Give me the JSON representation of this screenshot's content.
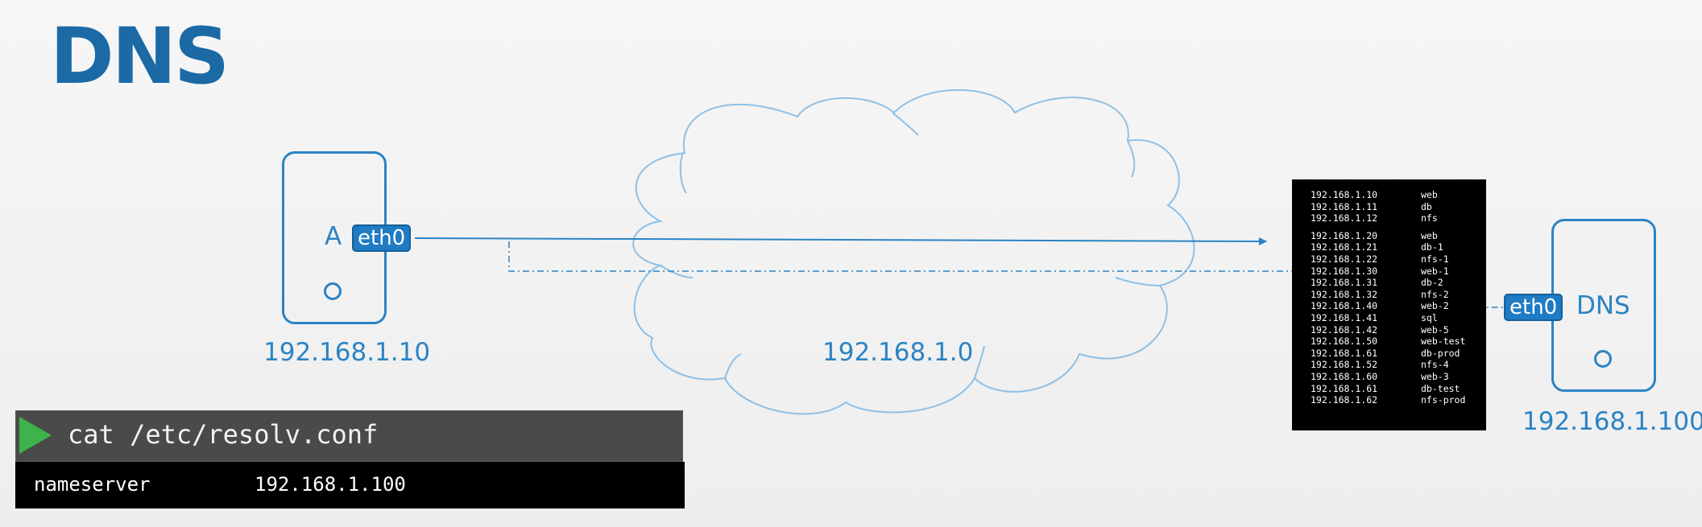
{
  "title": "DNS",
  "host_a": {
    "name": "A",
    "interface": "eth0",
    "ip": "192.168.1.10"
  },
  "network": {
    "ip": "192.168.1.0"
  },
  "dns_server": {
    "name": "DNS",
    "interface": "eth0",
    "ip": "192.168.1.100"
  },
  "hosts_file": [
    {
      "ip": "192.168.1.10",
      "name": "web"
    },
    {
      "ip": "192.168.1.11",
      "name": "db"
    },
    {
      "ip": "192.168.1.12",
      "name": "nfs"
    },
    {
      "ip": "192.168.1.20",
      "name": "web"
    },
    {
      "ip": "192.168.1.21",
      "name": "db-1"
    },
    {
      "ip": "192.168.1.22",
      "name": "nfs-1"
    },
    {
      "ip": "192.168.1.30",
      "name": "web-1"
    },
    {
      "ip": "192.168.1.31",
      "name": "db-2"
    },
    {
      "ip": "192.168.1.32",
      "name": "nfs-2"
    },
    {
      "ip": "192.168.1.40",
      "name": "web-2"
    },
    {
      "ip": "192.168.1.41",
      "name": "sql"
    },
    {
      "ip": "192.168.1.42",
      "name": "web-5"
    },
    {
      "ip": "192.168.1.50",
      "name": "web-test"
    },
    {
      "ip": "192.168.1.61",
      "name": "db-prod"
    },
    {
      "ip": "192.168.1.52",
      "name": "nfs-4"
    },
    {
      "ip": "192.168.1.60",
      "name": "web-3"
    },
    {
      "ip": "192.168.1.61",
      "name": "db-test"
    },
    {
      "ip": "192.168.1.62",
      "name": "nfs-prod"
    }
  ],
  "terminal": {
    "command": "cat /etc/resolv.conf",
    "output_key": "nameserver",
    "output_value": "192.168.1.100"
  },
  "colors": {
    "accent": "#2b83c4",
    "title": "#1b6aa6",
    "play": "#3db34a"
  }
}
